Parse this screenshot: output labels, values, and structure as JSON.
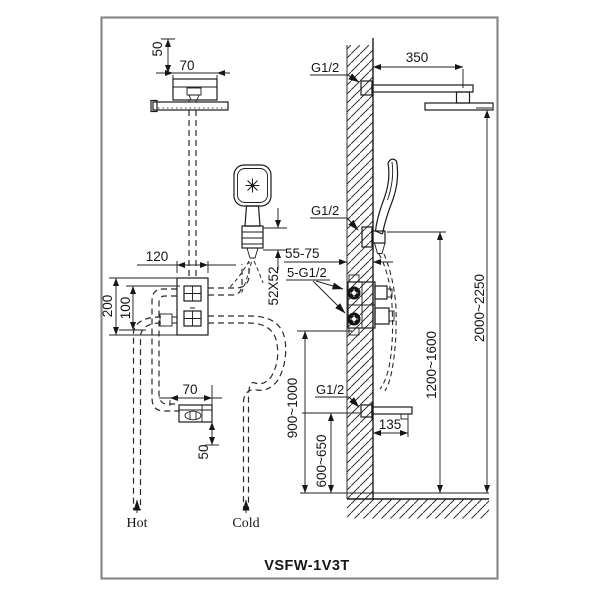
{
  "model": "VSFW-1V3T",
  "front": {
    "head_drop": "50",
    "head_width": "70",
    "mixer_width": "120",
    "mixer_height": "200",
    "mixer_port_spacing": "100",
    "handset_plate": "52X52",
    "spout_width": "70",
    "spout_drop": "50",
    "hot": "Hot",
    "cold": "Cold"
  },
  "side": {
    "arm_thread": "G1/2",
    "arm_length": "350",
    "holder_thread": "G1/2",
    "valve_depth": "55-75",
    "valve_threads": "5-G1/2",
    "spout_thread": "G1/2",
    "spout_length": "135",
    "spout_height": "600~650",
    "valve_height": "900~1000",
    "holder_height": "1200~1600",
    "head_height": "2000~2250"
  },
  "colors": {
    "line": "#1b1b1b",
    "frame": "#8a8a8a",
    "background": "#ffffff"
  }
}
